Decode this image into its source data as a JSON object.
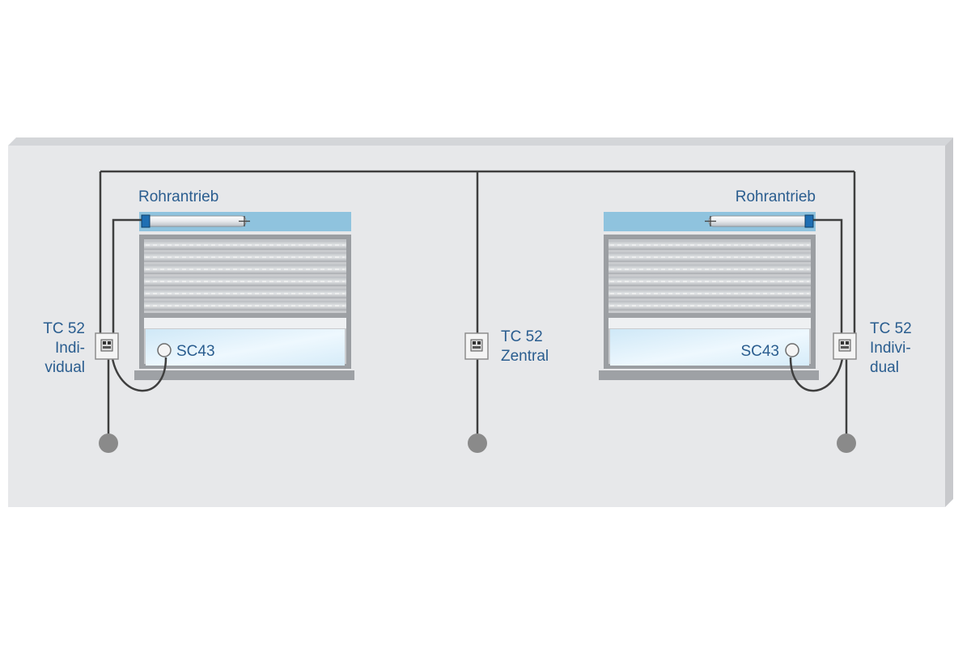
{
  "colors": {
    "wall": "#e7e8ea",
    "wall_edge": "#c8c9cc",
    "label": "#2a5d8f",
    "wire": "#3f3f3f",
    "motor_bar": "#8fc3de",
    "glass": "#dff0fb",
    "node": "#8a8a8a"
  },
  "labels": {
    "left_motor": "Rohrantrieb",
    "right_motor": "Rohrantrieb",
    "left_sensor": "SC43",
    "right_sensor": "SC43",
    "left_switch_l1": "TC 52",
    "left_switch_l2": "Indi-",
    "left_switch_l3": "vidual",
    "center_switch_l1": "TC 52",
    "center_switch_l2": "Zentral",
    "right_switch_l1": "TC 52",
    "right_switch_l2": "Indivi-",
    "right_switch_l3": "dual"
  }
}
